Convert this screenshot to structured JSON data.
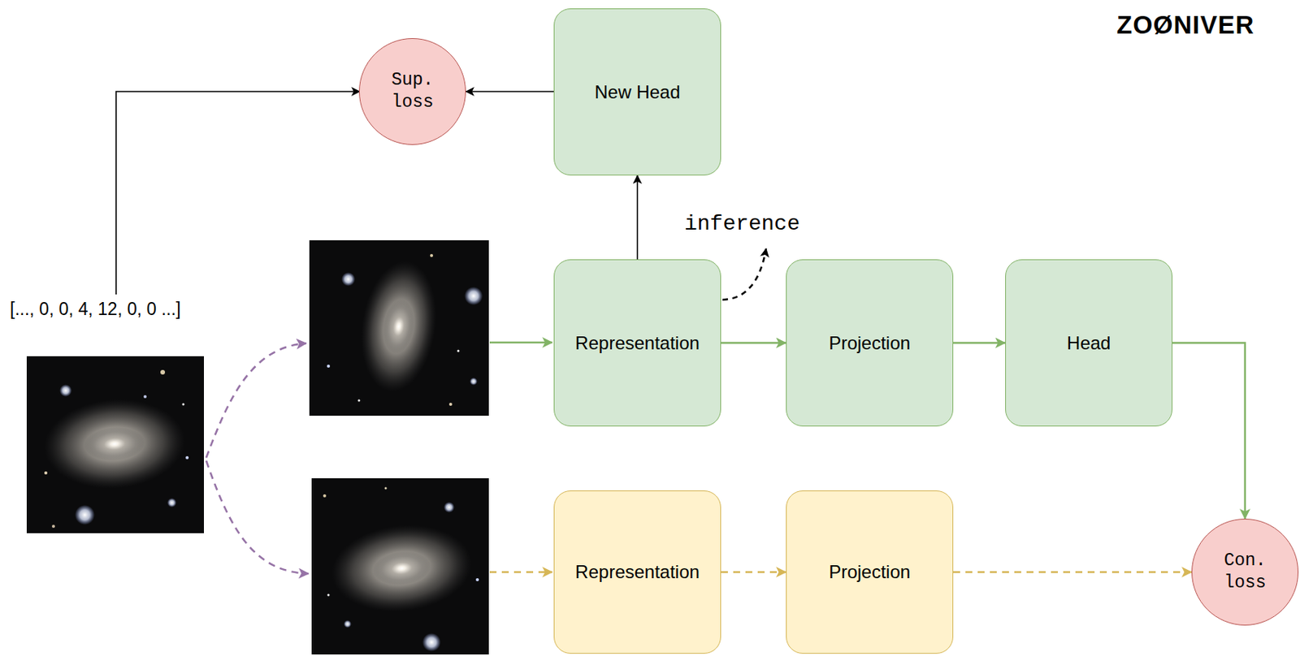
{
  "diagram": {
    "nodes": [
      {
        "text": [
          "Sup. loss"
        ]
      },
      {
        "text": [
          "New Head"
        ]
      },
      {
        "text": [
          "Representation"
        ]
      },
      {
        "text": [
          "Projection"
        ]
      },
      {
        "text": [
          "Head"
        ]
      },
      {
        "text": [
          "Representation"
        ]
      },
      {
        "text": [
          "Projection"
        ]
      },
      {
        "text": [
          "Con. loss"
        ]
      }
    ],
    "edges": [
      {
        "from": 1,
        "to": 0,
        "arrow": "to"
      },
      {
        "from": 2,
        "to": 1,
        "arrow": "to"
      },
      {
        "from": 2,
        "to": 3,
        "arrow": "to"
      },
      {
        "from": 3,
        "to": 4,
        "arrow": "to"
      },
      {
        "from": 4,
        "to": 7,
        "arrow": "to"
      },
      {
        "from": 5,
        "to": 6,
        "arrow": "to"
      },
      {
        "from": 6,
        "to": 7,
        "arrow": "to"
      }
    ],
    "labels": [
      "ZOØNIVER",
      "inference",
      "[..., 0, 0, 4, 12, 0, 0 ...]"
    ]
  }
}
